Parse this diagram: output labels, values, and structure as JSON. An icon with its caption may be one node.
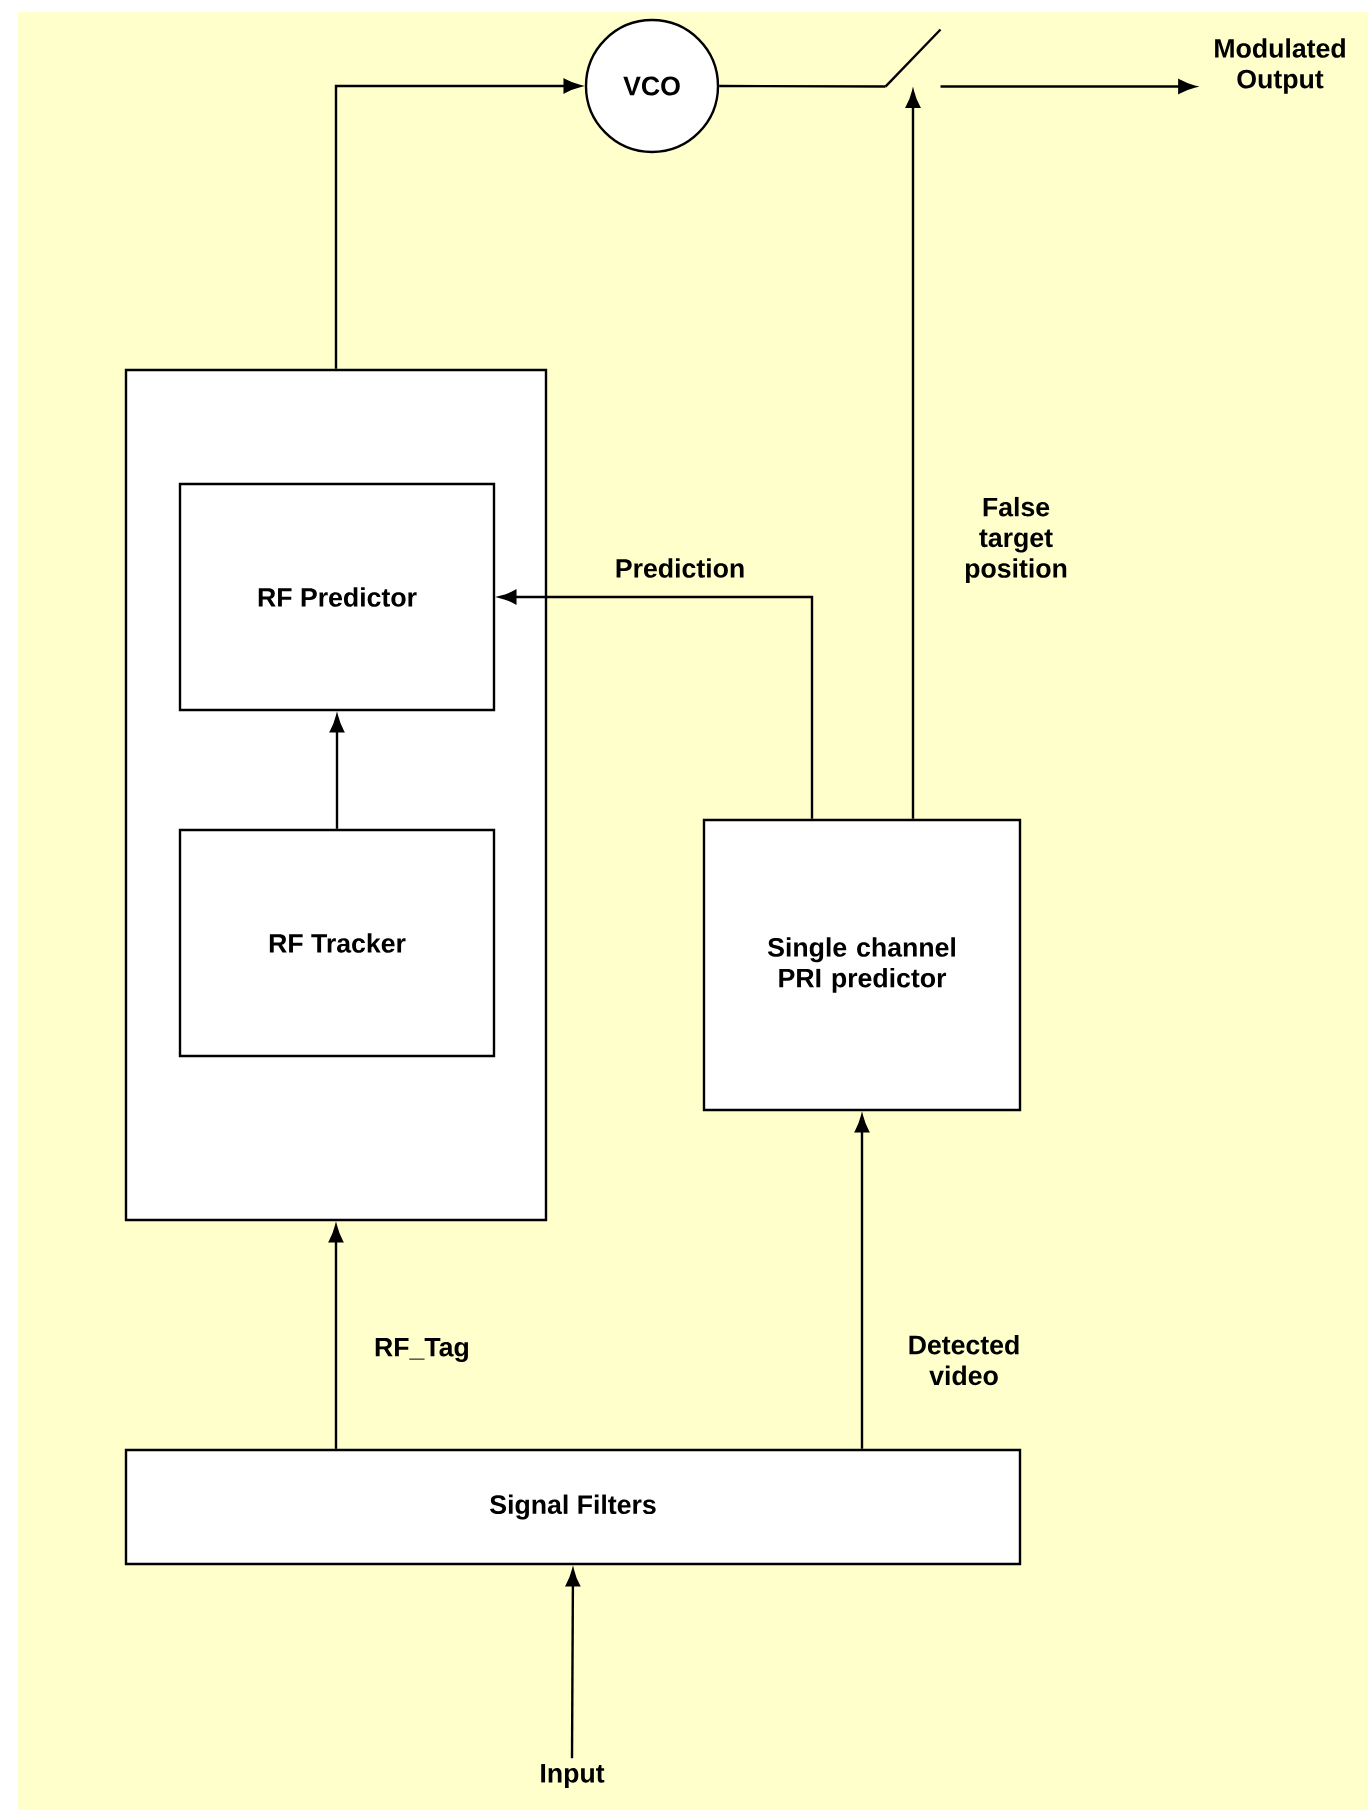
{
  "diagram": {
    "nodes": [
      {
        "text": [],
        "shape": "box"
      },
      {
        "text": [
          "RF Predictor"
        ],
        "in": 0
      },
      {
        "text": [
          "RF Tracker"
        ],
        "in": 0
      },
      {
        "text": [
          "VCO"
        ]
      },
      {
        "text": [],
        "shape": "switch"
      },
      {
        "text": [
          "Modulated Output"
        ]
      },
      {
        "text": [
          "Single channel PRI predictor"
        ]
      },
      {
        "text": [
          "Signal Filters"
        ]
      },
      {
        "text": [
          "Input"
        ]
      }
    ],
    "edges": [
      {
        "from": 7,
        "to": 0,
        "arrow": "to",
        "label": "RF_Tag"
      },
      {
        "from": 7,
        "to": 6,
        "arrow": "to",
        "label": "Detected video"
      },
      {
        "from": 8,
        "to": 7,
        "arrow": "to"
      },
      {
        "from": 6,
        "to": 1,
        "arrow": "to",
        "label": "Prediction"
      },
      {
        "from": 6,
        "to": 4,
        "arrow": "to",
        "label": "False target position"
      },
      {
        "from": 2,
        "to": 1,
        "arrow": "to"
      },
      {
        "from": 0,
        "to": 3,
        "arrow": "to"
      },
      {
        "from": 3,
        "to": 4,
        "arrow": "none"
      },
      {
        "from": 4,
        "to": 5,
        "arrow": "to"
      }
    ]
  }
}
